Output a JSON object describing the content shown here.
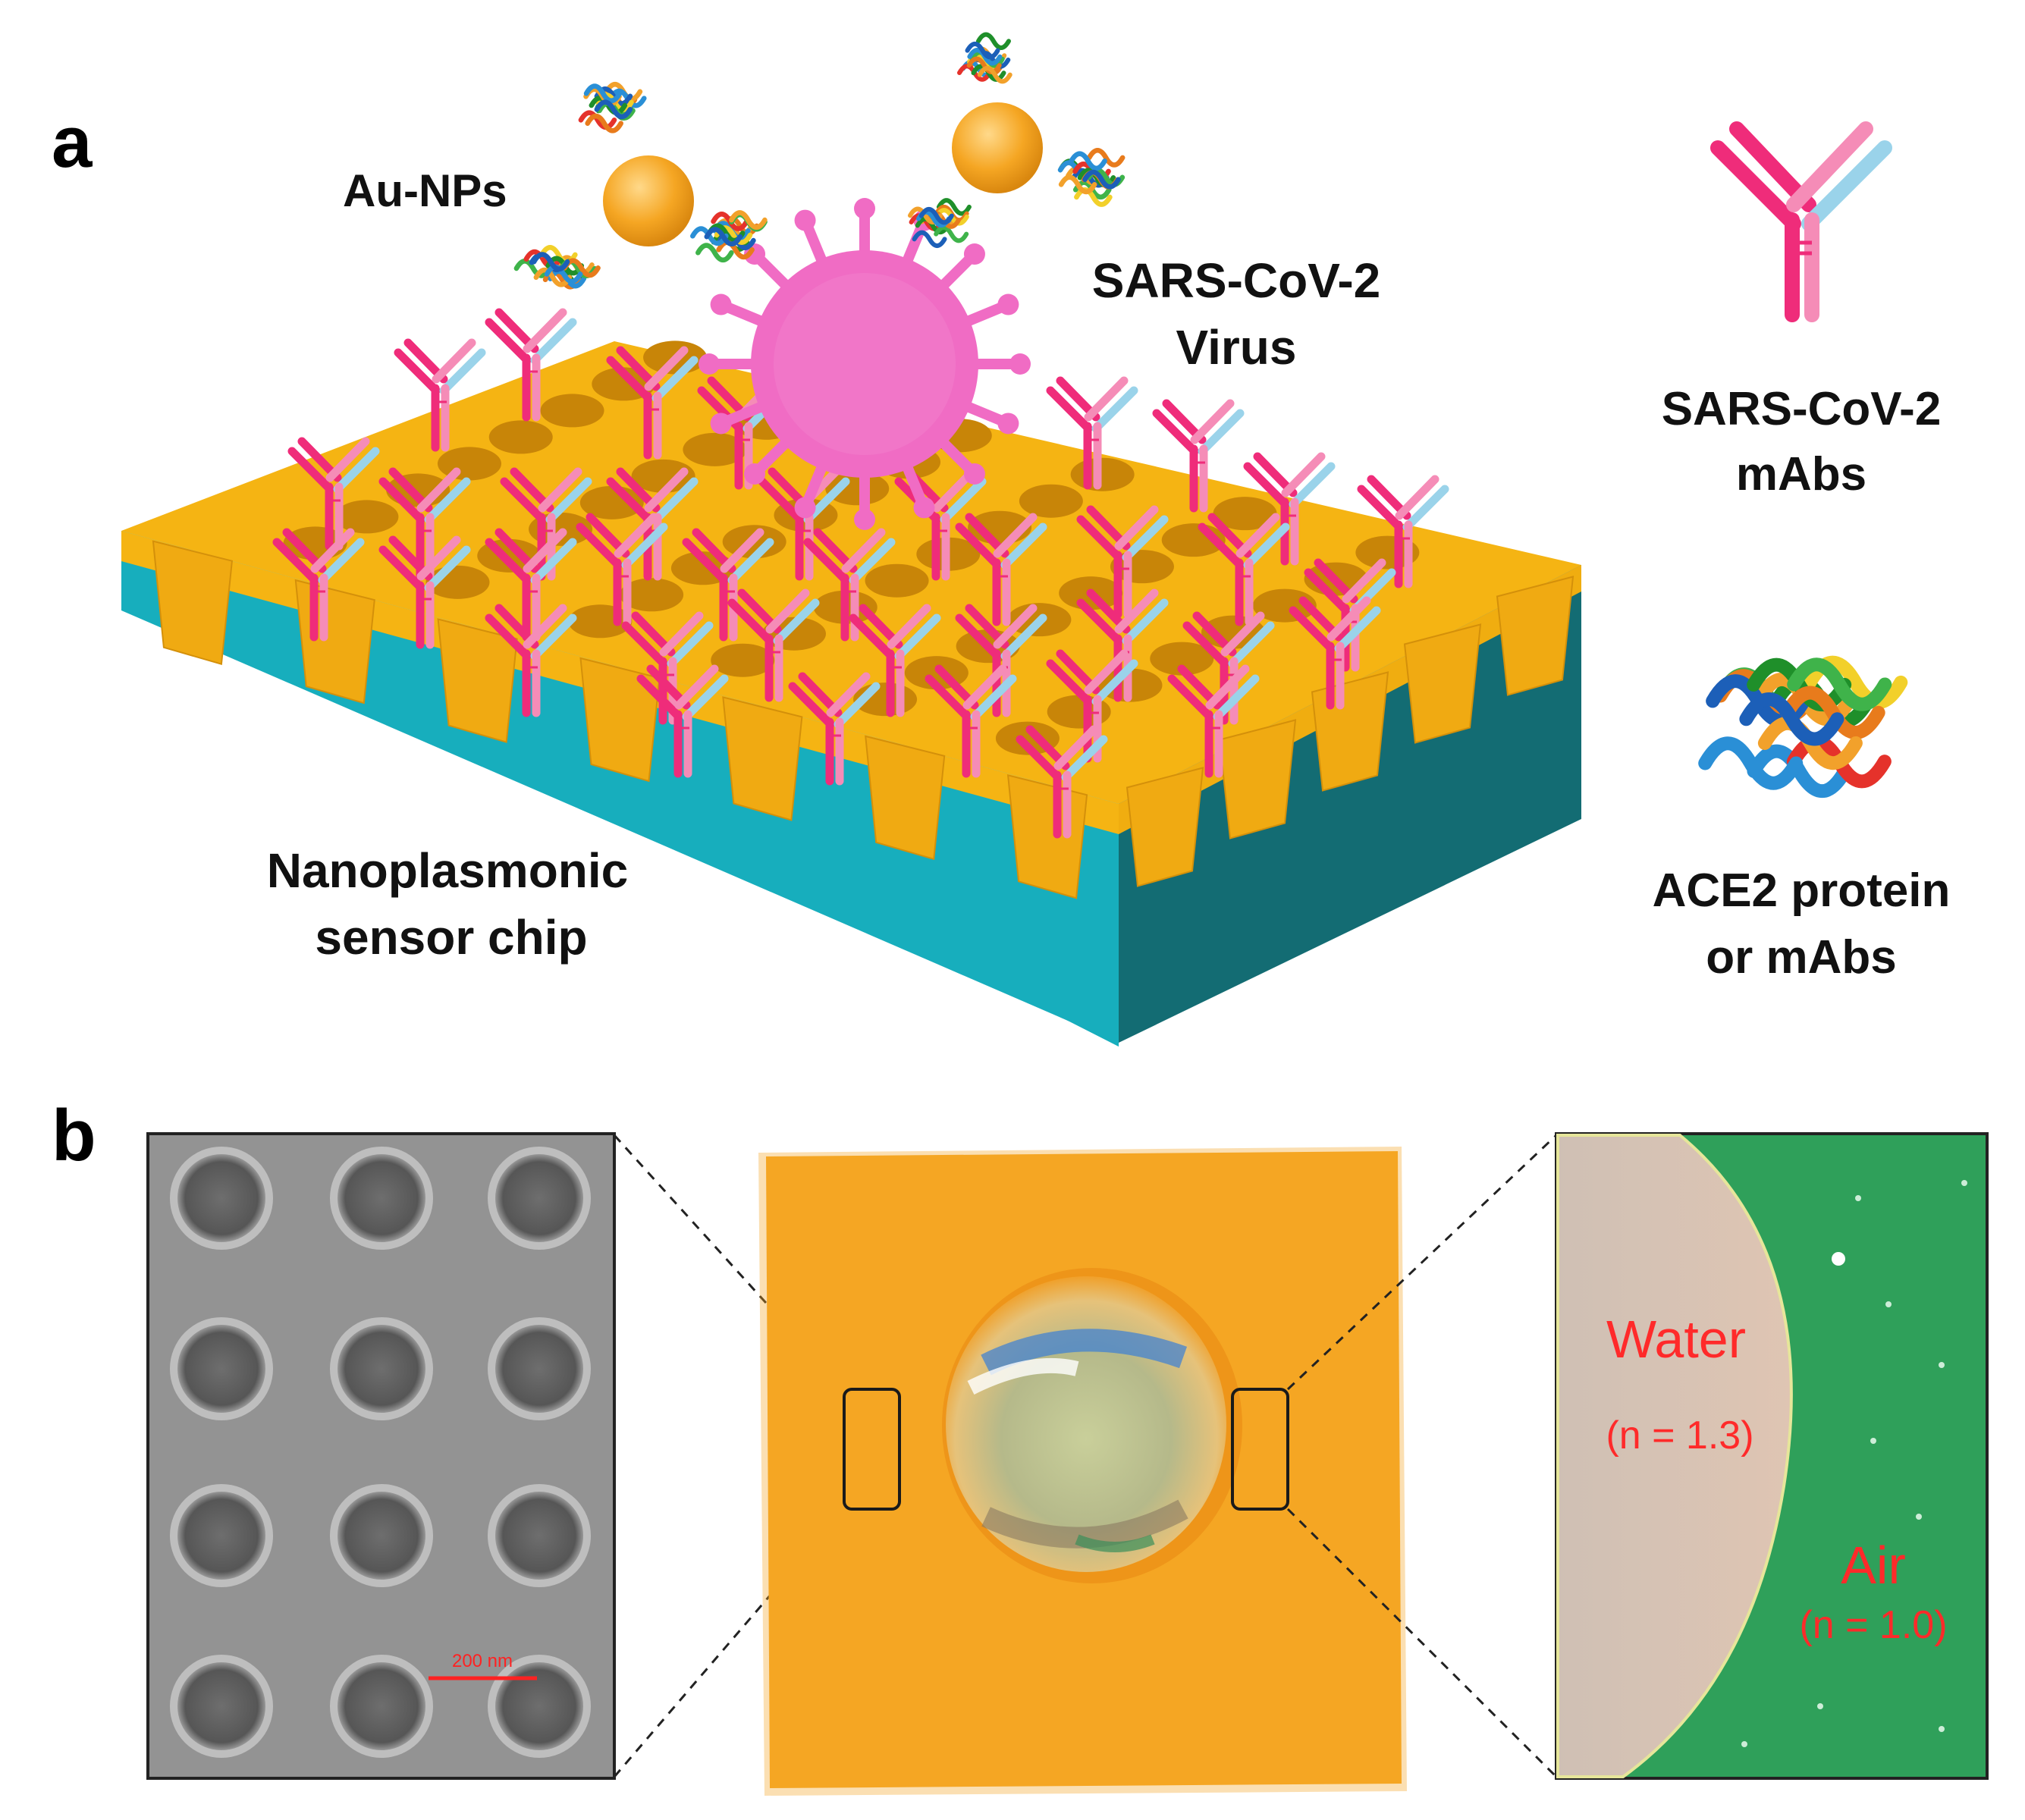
{
  "panel_a": {
    "letter": "a",
    "labels": {
      "au_nps": "Au-NPs",
      "virus_line1": "SARS-CoV-2",
      "virus_line2": "Virus",
      "chip_line1": "Nanoplasmonic",
      "chip_line2": "sensor chip"
    },
    "legend": {
      "mabs_line1": "SARS-CoV-2",
      "mabs_line2": "mAbs",
      "ace2_line1": "ACE2 protein",
      "ace2_line2": "or mAbs"
    }
  },
  "panel_b": {
    "letter": "b",
    "sem_scalebar": "200 nm",
    "water_label": "Water",
    "water_index": "(n = 1.3)",
    "air_label": "Air",
    "air_index": "(n = 1.0)"
  },
  "colors": {
    "gold": "#f5b413",
    "substrate": "#17aebd",
    "antibody_heavy": "#ef2c7a",
    "antibody_light": "#8fd0ea",
    "virus": "#f06cc4",
    "chip_photo": "#f4a321",
    "air_region": "#2fa05a",
    "water_region": "#d9b8a6",
    "sem_gray": "#8c8c8c"
  }
}
